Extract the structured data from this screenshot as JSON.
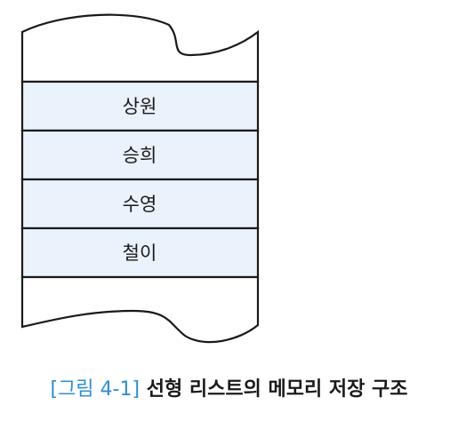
{
  "memory": {
    "cells": [
      {
        "label": "상원"
      },
      {
        "label": "승희"
      },
      {
        "label": "수영"
      },
      {
        "label": "철이"
      }
    ]
  },
  "caption": {
    "figure_number": "[그림 4-1]",
    "title": "선형 리스트의 메모리 저장 구조"
  },
  "colors": {
    "cell_fill": "#eaf2fb",
    "outline": "#1a1a1a",
    "caption_accent": "#2b8fd8"
  }
}
